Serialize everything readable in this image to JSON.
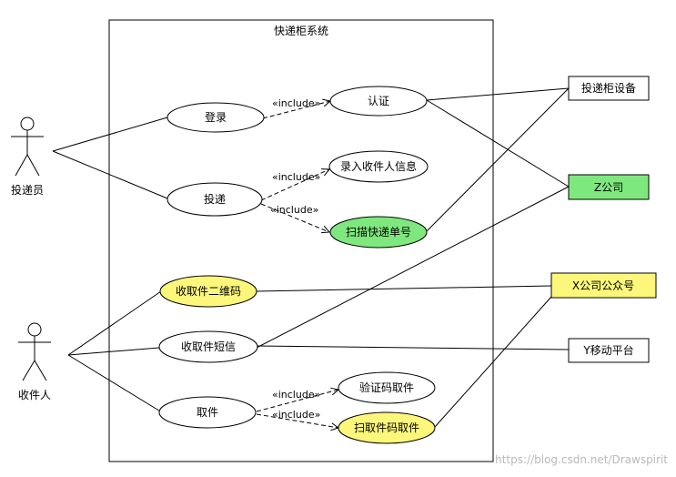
{
  "system": {
    "title": "快递柜系统"
  },
  "actors": {
    "courier": {
      "label": "投递员"
    },
    "recipient": {
      "label": "收件人"
    }
  },
  "usecases": {
    "login": {
      "label": "登录"
    },
    "auth": {
      "label": "认证"
    },
    "deliver": {
      "label": "投递"
    },
    "enter_info": {
      "label": "录入收件人信息"
    },
    "scan_tracking": {
      "label": "扫描快递单号"
    },
    "qr_code": {
      "label": "收取件二维码"
    },
    "sms": {
      "label": "收取件短信"
    },
    "pickup": {
      "label": "取件"
    },
    "code_pickup": {
      "label": "验证码取件"
    },
    "scan_pickup": {
      "label": "扫取件码取件"
    }
  },
  "externals": {
    "locker_device": {
      "label": "投递柜设备"
    },
    "company_z": {
      "label": "Z公司"
    },
    "company_x_account": {
      "label": "X公司公众号"
    },
    "y_platform": {
      "label": "Y移动平台"
    }
  },
  "relation_labels": {
    "include1": "«include»",
    "include2": "«include»",
    "include3": "«include»",
    "include4": "«include»",
    "include5": "«include»"
  },
  "watermark": "https://blog.csdn.net/Drawspirit",
  "colors": {
    "green": "#7ee87e",
    "yellow": "#fcf77a",
    "white": "#ffffff",
    "stroke": "#000000"
  }
}
